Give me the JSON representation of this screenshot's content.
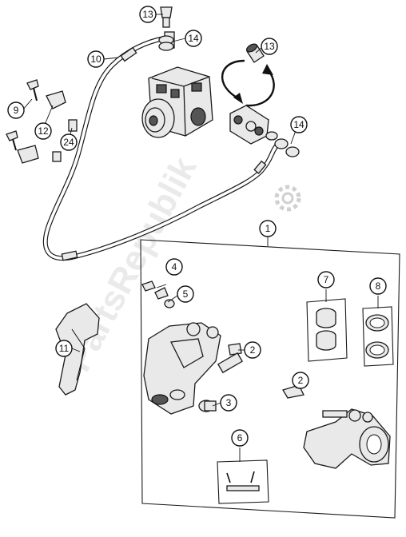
{
  "watermark": "PartsRepublik",
  "callouts": {
    "c1": "1",
    "c2a": "2",
    "c2b": "2",
    "c3": "3",
    "c4": "4",
    "c5": "5",
    "c6": "6",
    "c7": "7",
    "c8": "8",
    "c9": "9",
    "c10": "10",
    "c11": "11",
    "c12": "12",
    "c13a": "13",
    "c13b": "13",
    "c14a": "14",
    "c14b": "14",
    "c24": "24"
  },
  "colors": {
    "line": "#111111",
    "watermark": "#d9d9d9",
    "background": "#ffffff"
  }
}
